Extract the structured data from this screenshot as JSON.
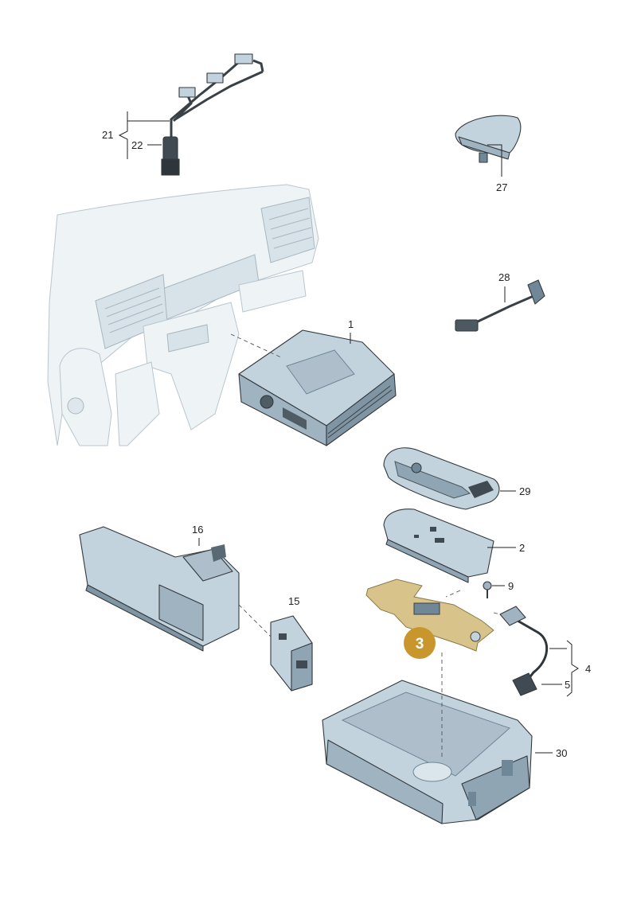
{
  "labels": {
    "p1": "1",
    "p2": "2",
    "p4": "4",
    "p5": "5",
    "p9": "9",
    "p15": "15",
    "p16": "16",
    "p21": "21",
    "p22": "22",
    "p27": "27",
    "p28": "28",
    "p29": "29",
    "p30": "30"
  },
  "callout": {
    "number": "3"
  },
  "colors": {
    "part_fill": "#c3d3de",
    "part_shade": "#9fb3c1",
    "part_dark": "#6f8796",
    "highlight_fill": "#d8c48a",
    "callout_fill": "#c9962e",
    "line": "#222222"
  },
  "icons": [
    "dashboard-outline",
    "radio-unit",
    "phone-cradle",
    "antenna",
    "storage-tray"
  ]
}
